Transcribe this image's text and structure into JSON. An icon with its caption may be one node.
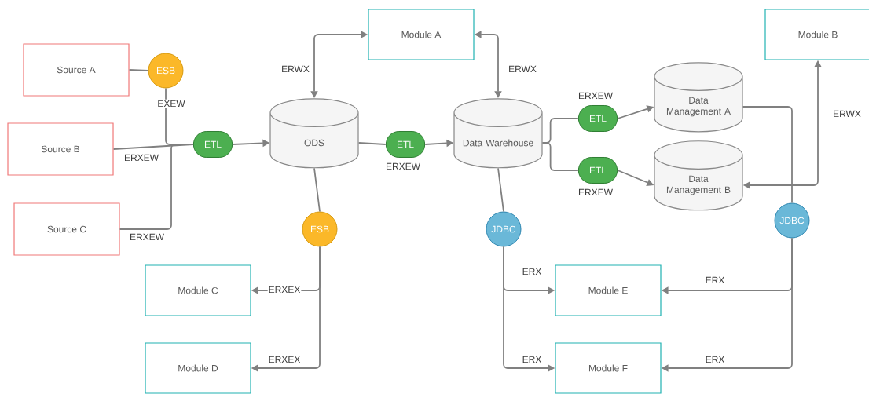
{
  "diagram": {
    "nodes": [
      {
        "text": [
          "Source A"
        ]
      },
      {
        "text": [
          "Source B"
        ]
      },
      {
        "text": [
          "Source C"
        ]
      },
      {
        "text": [
          "ESB"
        ]
      },
      {
        "text": [
          "ETL"
        ]
      },
      {
        "text": [
          "ODS"
        ]
      },
      {
        "text": [
          "Module A"
        ]
      },
      {
        "text": [
          "ETL"
        ]
      },
      {
        "text": [
          "Data Warehouse"
        ]
      },
      {
        "text": [
          "ETL"
        ]
      },
      {
        "text": [
          "ETL"
        ]
      },
      {
        "text": [
          "Data Management A"
        ]
      },
      {
        "text": [
          "Data Management B"
        ]
      },
      {
        "text": [
          "Module B"
        ]
      },
      {
        "text": [
          "ESB"
        ]
      },
      {
        "text": [
          "JDBC"
        ]
      },
      {
        "text": [
          "JDBC"
        ]
      },
      {
        "text": [
          "Module C"
        ]
      },
      {
        "text": [
          "Module D"
        ]
      },
      {
        "text": [
          "Module E"
        ]
      },
      {
        "text": [
          "Module F"
        ]
      }
    ],
    "edges": [
      {
        "from": 0,
        "to": 3,
        "arrow": "none"
      },
      {
        "from": 3,
        "to": 4,
        "arrow": "none",
        "label": "EXEW"
      },
      {
        "from": 1,
        "to": 4,
        "arrow": "none",
        "label": "ERXEW"
      },
      {
        "from": 2,
        "to": 4,
        "arrow": "none",
        "label": "ERXEW"
      },
      {
        "from": 4,
        "to": 5,
        "arrow": "to"
      },
      {
        "from": 5,
        "to": 6,
        "arrow": "both",
        "label": "ERWX"
      },
      {
        "from": 5,
        "to": 7,
        "arrow": "none"
      },
      {
        "from": 7,
        "to": 8,
        "arrow": "to",
        "label": "ERXEW"
      },
      {
        "from": 8,
        "to": 6,
        "arrow": "both",
        "label": "ERWX"
      },
      {
        "from": 8,
        "to": 9,
        "arrow": "none",
        "label": "ERXEW"
      },
      {
        "from": 8,
        "to": 10,
        "arrow": "none",
        "label": "ERXEW"
      },
      {
        "from": 9,
        "to": 11,
        "arrow": "to"
      },
      {
        "from": 10,
        "to": 12,
        "arrow": "to"
      },
      {
        "from": 11,
        "to": 16,
        "arrow": "none"
      },
      {
        "from": 12,
        "to": 13,
        "arrow": "both",
        "label": "ERWX"
      },
      {
        "from": 5,
        "to": 14,
        "arrow": "none"
      },
      {
        "from": 14,
        "to": 17,
        "arrow": "to",
        "label": "ERXEX"
      },
      {
        "from": 14,
        "to": 18,
        "arrow": "to",
        "label": "ERXEX"
      },
      {
        "from": 8,
        "to": 15,
        "arrow": "none"
      },
      {
        "from": 15,
        "to": 19,
        "arrow": "to",
        "label": "ERX"
      },
      {
        "from": 15,
        "to": 20,
        "arrow": "to",
        "label": "ERX"
      },
      {
        "from": 16,
        "to": 19,
        "arrow": "to",
        "label": "ERX"
      },
      {
        "from": 16,
        "to": 20,
        "arrow": "to",
        "label": "ERX"
      }
    ]
  }
}
